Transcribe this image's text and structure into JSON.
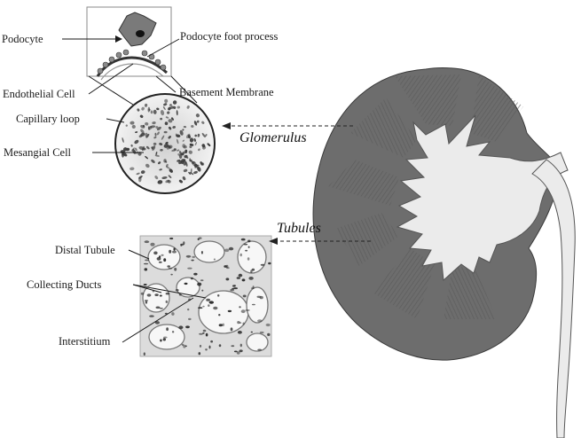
{
  "labels": {
    "podocyte": "Podocyte",
    "podocyte_foot_process": "Podocyte foot process",
    "endothelial_cell": "Endothelial Cell",
    "basement_membrane": "Basement Membrane",
    "capillary_loop": "Capillary loop",
    "mesangial_cell": "Mesangial Cell",
    "distal_tubule": "Distal Tubule",
    "collecting_ducts": "Collecting Ducts",
    "interstitium": "Interstitium"
  },
  "callouts": {
    "glomerulus": "Glomerulus",
    "tubules": "Tubules"
  },
  "colors": {
    "kidney_cortex": "#6d6d6d",
    "kidney_pelvis": "#e9e9e9",
    "pyramids": "#7a7a7a",
    "inset_frame": "#8a8a8a"
  }
}
